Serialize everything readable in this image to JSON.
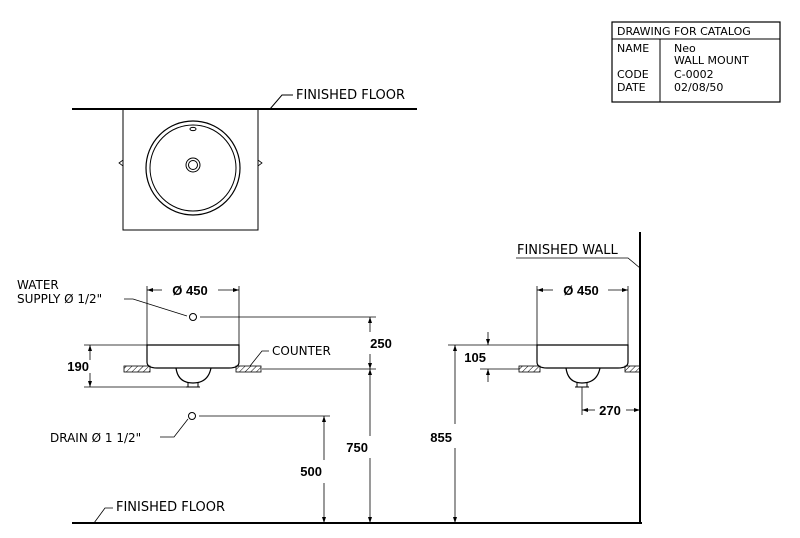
{
  "title_block": {
    "heading": "DRAWING FOR CATALOG",
    "name_label": "NAME",
    "name_value_1": "Neo",
    "name_value_2": "WALL MOUNT",
    "code_label": "CODE",
    "code_value": "C-0002",
    "date_label": "DATE",
    "date_value": "02/08/50"
  },
  "plan_view": {
    "floor_label": "FINISHED FLOOR"
  },
  "front_view": {
    "diameter": "Ø 450",
    "water_supply_1": "WATER",
    "water_supply_2": "SUPPLY Ø 1/2\"",
    "counter_label": "COUNTER",
    "basin_height": "190",
    "supply_above_counter": "250",
    "counter_height": "750",
    "drain_label": "DRAIN Ø 1 1/2\"",
    "drain_height": "500",
    "floor_label": "FINISHED FLOOR"
  },
  "side_view": {
    "wall_label": "FINISHED WALL",
    "diameter": "Ø 450",
    "rim_above_counter": "105",
    "counter_height": "855",
    "drain_from_wall": "270"
  },
  "colors": {
    "line": "#000000",
    "background": "#ffffff"
  }
}
